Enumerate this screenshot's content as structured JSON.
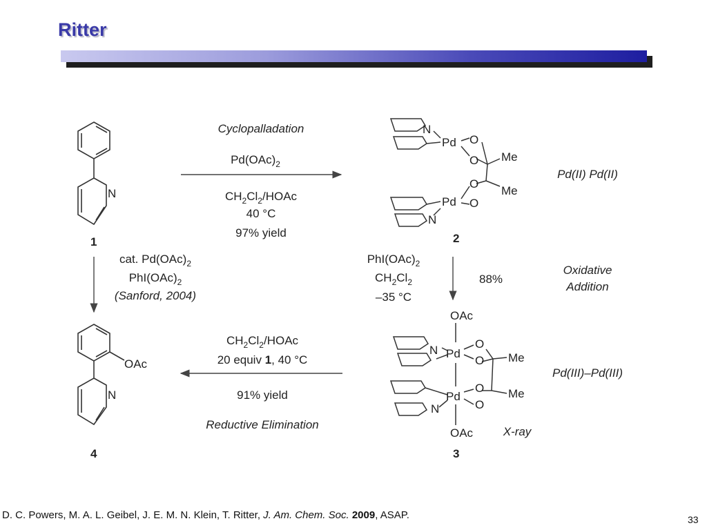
{
  "title": "Ritter",
  "scheme": {
    "compounds": {
      "c1": "1",
      "c2": "2",
      "c3": "3",
      "c4": "4",
      "oac_sub": "OAc",
      "oac_top": "OAc",
      "oac_bottom": "OAc",
      "n": "N",
      "pd": "Pd",
      "o": "O",
      "me": "Me"
    },
    "arrow_top": {
      "title": "Cyclopalladation",
      "reagent": "Pd(OAc)",
      "reagent_sub": "2",
      "solvent": [
        "CH",
        "2",
        "Cl",
        "2",
        "/HOAc"
      ],
      "temp": "40 °C",
      "yield": "97% yield"
    },
    "arrow_left": {
      "line1": "cat. Pd(OAc)",
      "line1_sub": "2",
      "line2": "PhI(OAc)",
      "line2_sub": "2",
      "cite": "(Sanford, 2004)"
    },
    "arrow_right": {
      "line1": "PhI(OAc)",
      "line1_sub": "2",
      "line2": "CH",
      "line2_sub1": "2",
      "line2_mid": "Cl",
      "line2_sub2": "2",
      "temp": "–35 °C",
      "yield": "88%",
      "label1": "Oxidative",
      "label2": "Addition"
    },
    "arrow_bottom": {
      "solvent": [
        "CH",
        "2",
        "Cl",
        "2",
        "/HOAc"
      ],
      "equiv_a": "20 equiv ",
      "equiv_b": "1",
      "equiv_c": ", 40 °C",
      "yield": "91% yield",
      "title": "Reductive Elimination"
    },
    "labels": {
      "pd2": "Pd(II)  Pd(II)",
      "pd3": "Pd(III)–Pd(III)",
      "xray": "X-ray"
    }
  },
  "footer": {
    "authors": "D. C. Powers, M. A. L. Geibel, J. E. M. N. Klein, T. Ritter, ",
    "journal": "J. Am. Chem. Soc.",
    "year": "2009",
    "rest": ", ASAP."
  },
  "page_number": "33"
}
